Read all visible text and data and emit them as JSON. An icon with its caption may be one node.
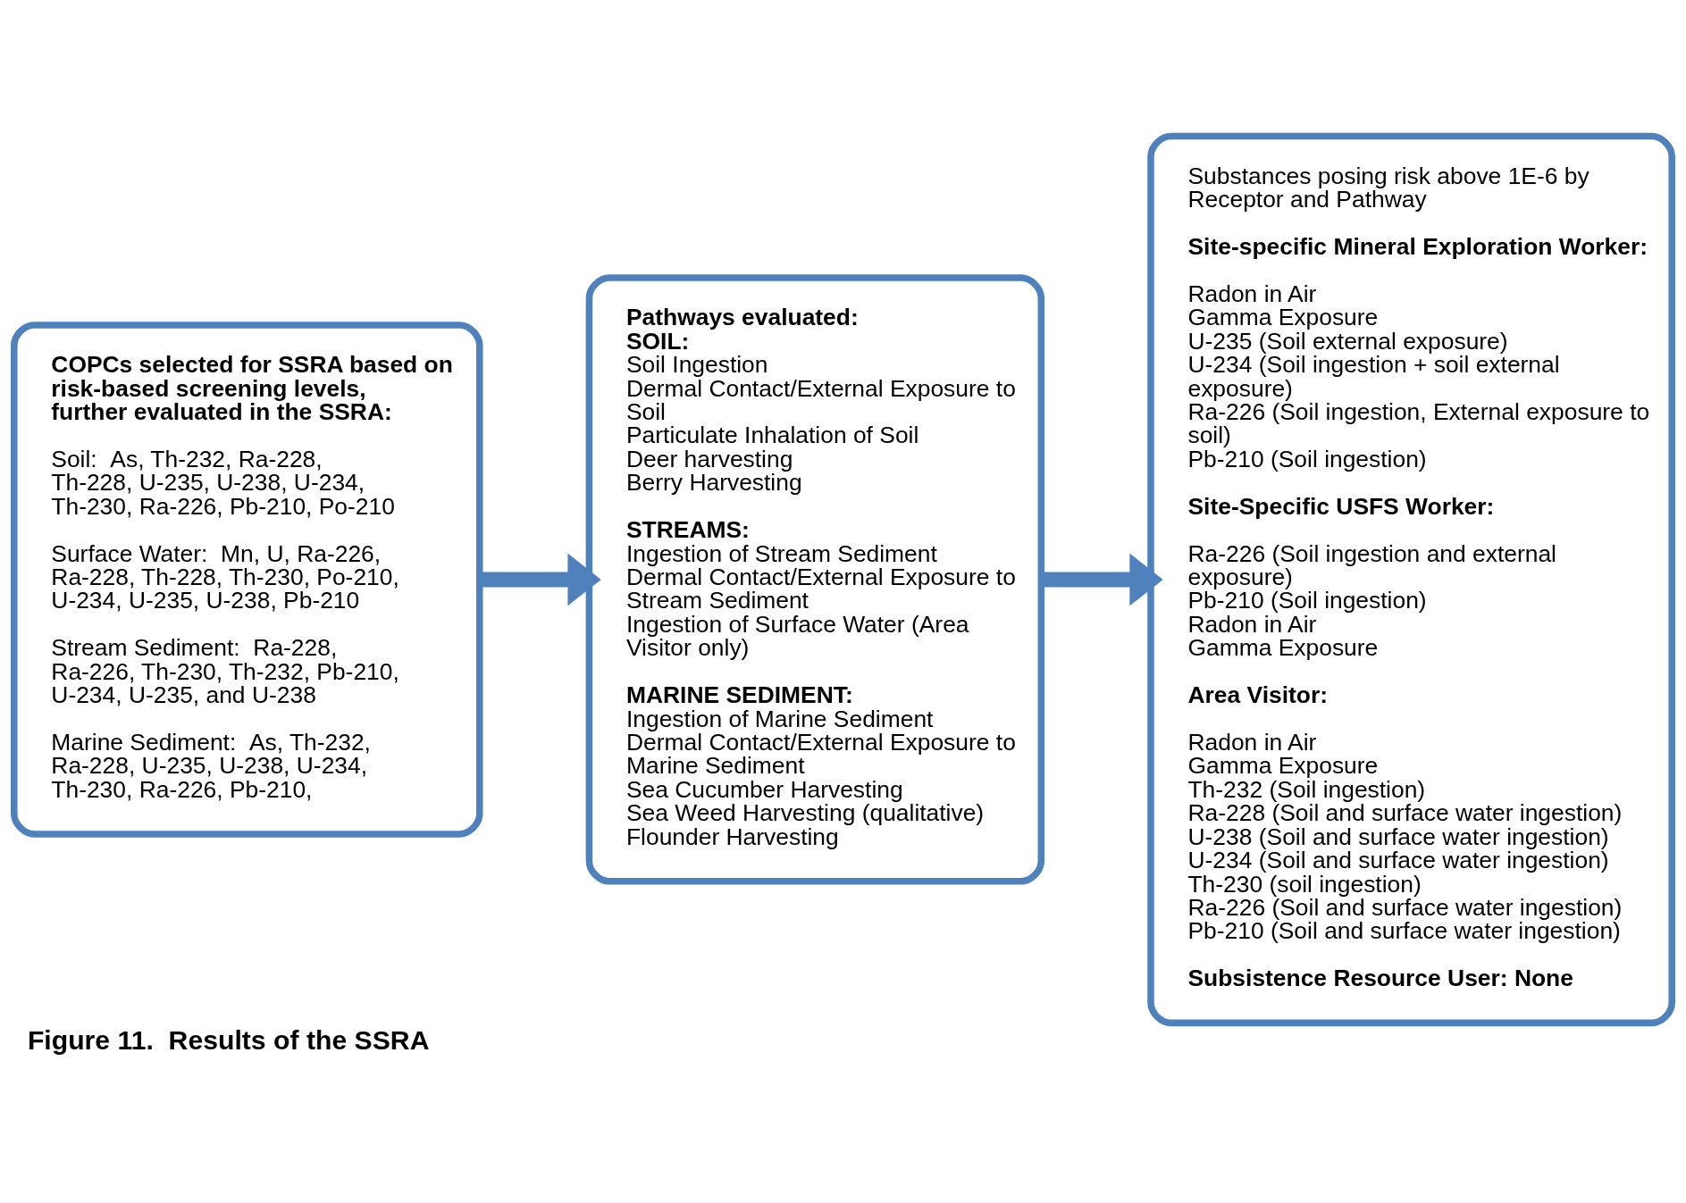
{
  "diagram": {
    "caption": "Figure 11.  Results of the SSRA",
    "nodes": [
      {
        "text": [
          "COPCs selected for SSRA based on risk-based screening levels, further evaluated in the SSRA:",
          "Soil:  As, Th-232, Ra-228, Th-228, U-235, U-238, U-234, Th-230, Ra-226, Pb-210, Po-210",
          "Surface Water:  Mn, U, Ra-226, Ra-228, Th-228, Th-230, Po-210, U-234, U-235, U-238, Pb-210",
          "Stream Sediment:  Ra-228, Ra-226, Th-230, Th-232, Pb-210, U-234, U-235, and U-238",
          "Marine Sediment:  As, Th-232, Ra-228, U-235, U-238, U-234, Th-230, Ra-226, Pb-210,"
        ]
      },
      {
        "text": [
          "Pathways evaluated:",
          "SOIL:",
          "Soil Ingestion",
          "Dermal Contact/External Exposure to Soil",
          "Particulate Inhalation of Soil",
          "Deer harvesting",
          "Berry Harvesting",
          "STREAMS:",
          "Ingestion of Stream Sediment",
          "Dermal Contact/External Exposure to Stream Sediment",
          "Ingestion of Surface Water (Area Visitor only)",
          "MARINE SEDIMENT:",
          "Ingestion of Marine Sediment",
          "Dermal Contact/External Exposure to Marine Sediment",
          "Sea Cucumber Harvesting",
          "Sea Weed Harvesting (qualitative)",
          "Flounder Harvesting"
        ]
      },
      {
        "text": [
          "Substances posing risk above 1E-6 by Receptor and Pathway",
          "Site-specific Mineral Exploration Worker:",
          "Radon in Air",
          "Gamma Exposure",
          "U-235 (Soil external exposure)",
          "U-234 (Soil ingestion + soil external exposure)",
          "Ra-226 (Soil ingestion, External exposure to soil)",
          "Pb-210 (Soil ingestion)",
          "Site-Specific USFS Worker:",
          "Ra-226 (Soil ingestion and external exposure)",
          "Pb-210 (Soil ingestion)",
          "Radon in Air",
          "Gamma Exposure",
          "Area Visitor:",
          "Radon in Air",
          "Gamma Exposure",
          "Th-232 (Soil ingestion)",
          "Ra-228 (Soil and surface water ingestion)",
          "U-238 (Soil and surface water ingestion)",
          "U-234 (Soil and surface water ingestion)",
          "Th-230 (soil ingestion)",
          "Ra-226 (Soil and surface water ingestion)",
          "Pb-210 (Soil and surface water ingestion)",
          "Subsistence Resource User: None"
        ]
      }
    ],
    "edges": [
      {
        "from": 0,
        "to": 1,
        "arrow": "to"
      },
      {
        "from": 1,
        "to": 2,
        "arrow": "to"
      }
    ]
  }
}
